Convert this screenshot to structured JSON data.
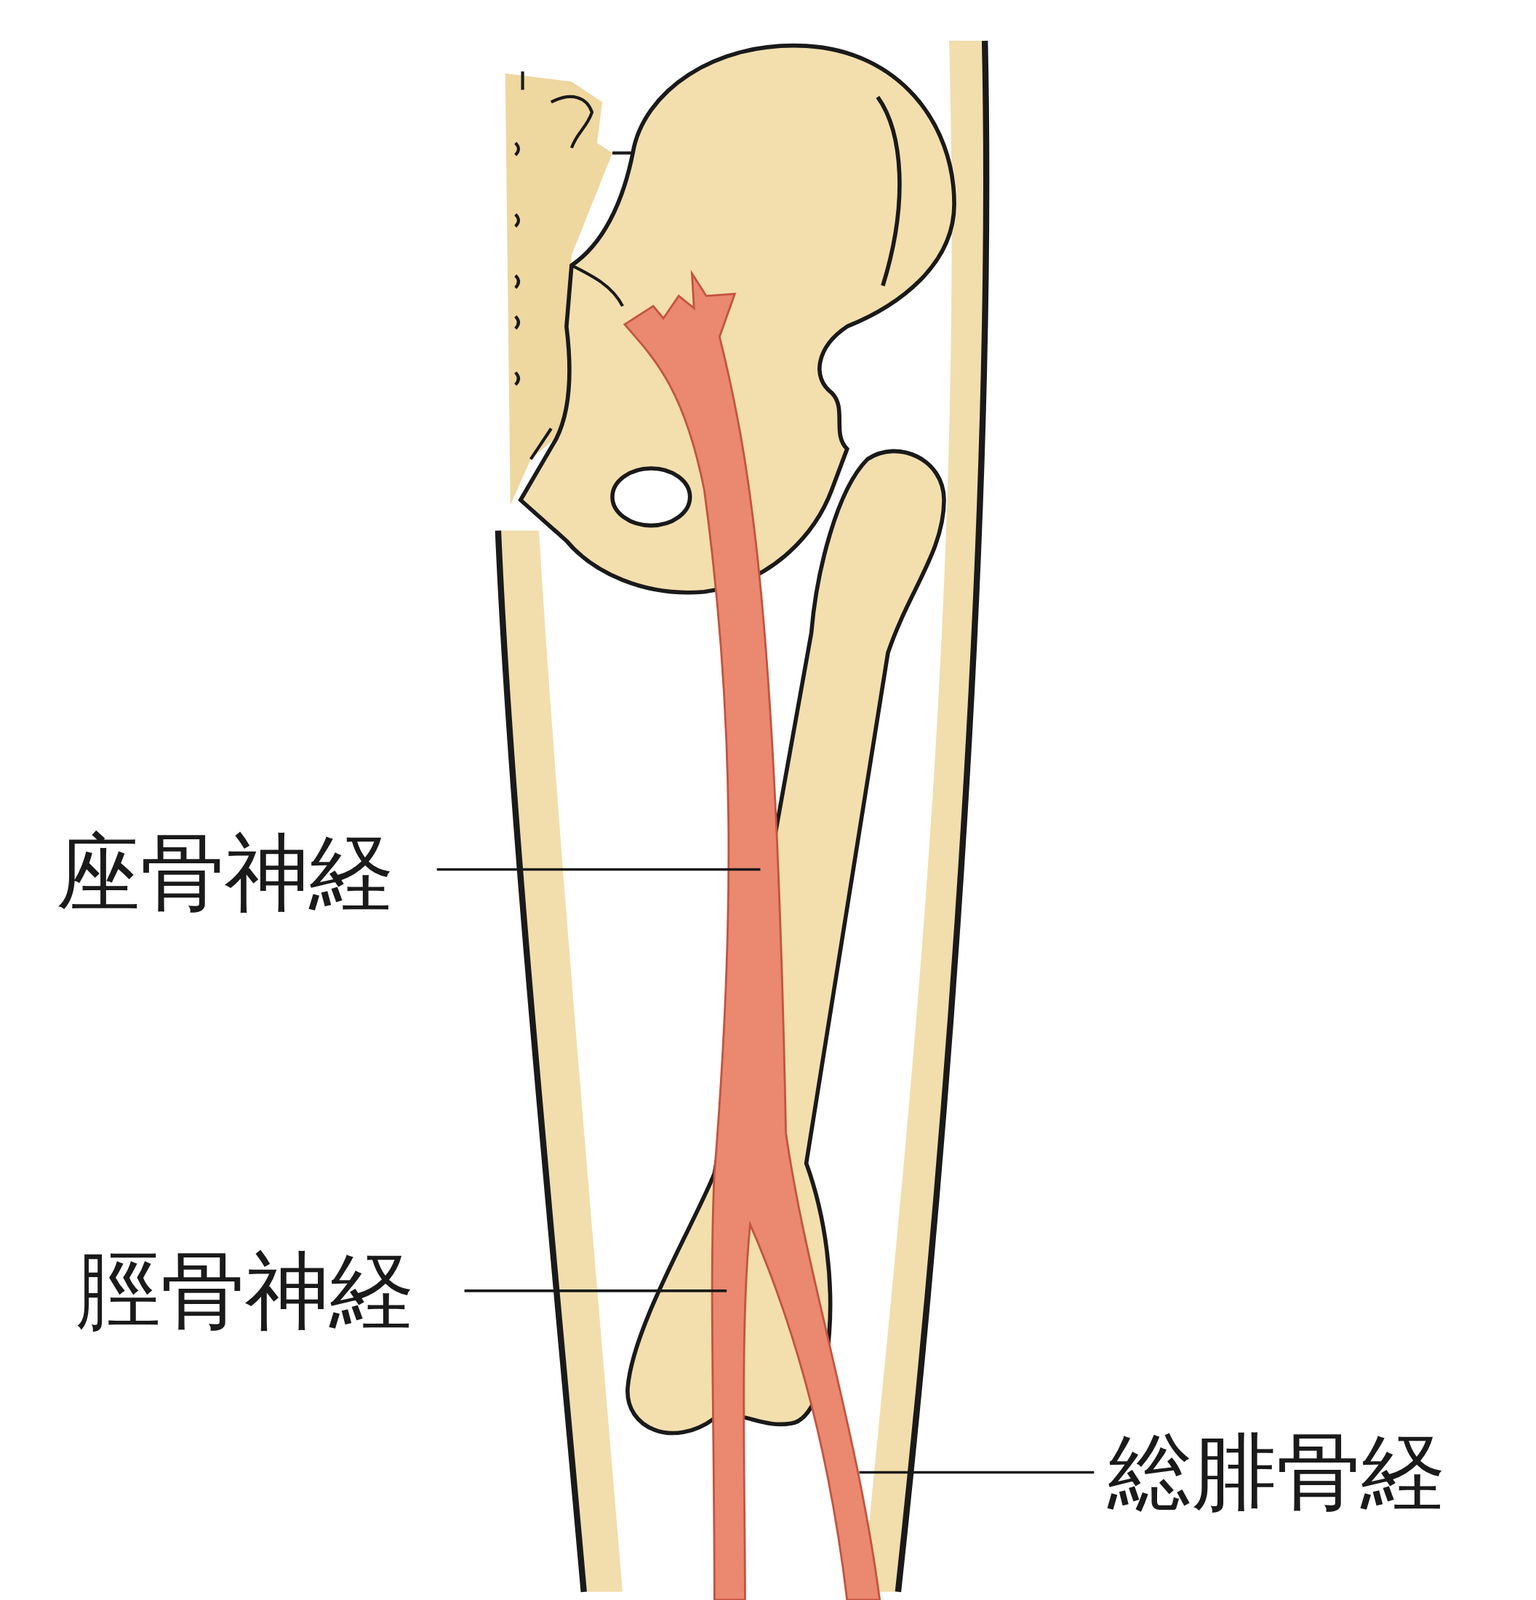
{
  "diagram": {
    "labels": [
      "座骨神経",
      "脛骨神経",
      "総腓骨経"
    ]
  }
}
